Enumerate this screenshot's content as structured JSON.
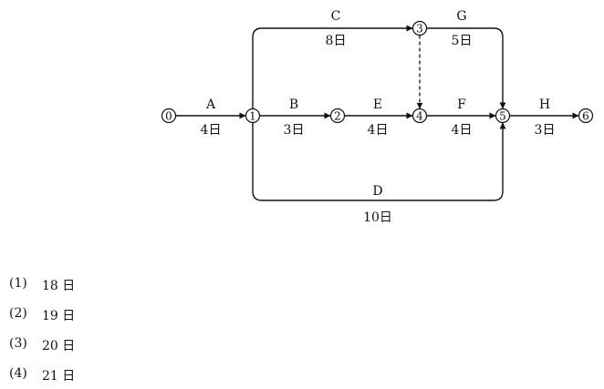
{
  "nodes": [
    "0",
    "1",
    "2",
    "3",
    "4",
    "5",
    "6"
  ],
  "activities": [
    {
      "name": "A",
      "duration": "4日",
      "from": "0",
      "to": "1"
    },
    {
      "name": "B",
      "duration": "3日",
      "from": "1",
      "to": "2"
    },
    {
      "name": "C",
      "duration": "8日",
      "from": "1",
      "to": "3"
    },
    {
      "name": "D",
      "duration": "10日",
      "from": "1",
      "to": "5"
    },
    {
      "name": "E",
      "duration": "4日",
      "from": "2",
      "to": "4"
    },
    {
      "name": "F",
      "duration": "4日",
      "from": "4",
      "to": "5"
    },
    {
      "name": "G",
      "duration": "5日",
      "from": "3",
      "to": "5"
    },
    {
      "name": "H",
      "duration": "3日",
      "from": "5",
      "to": "6"
    }
  ],
  "dummy": {
    "from": "3",
    "to": "4"
  },
  "options": [
    {
      "num": "(1)",
      "text": "18 日"
    },
    {
      "num": "(2)",
      "text": "19 日"
    },
    {
      "num": "(3)",
      "text": "20 日"
    },
    {
      "num": "(4)",
      "text": "21 日"
    }
  ]
}
